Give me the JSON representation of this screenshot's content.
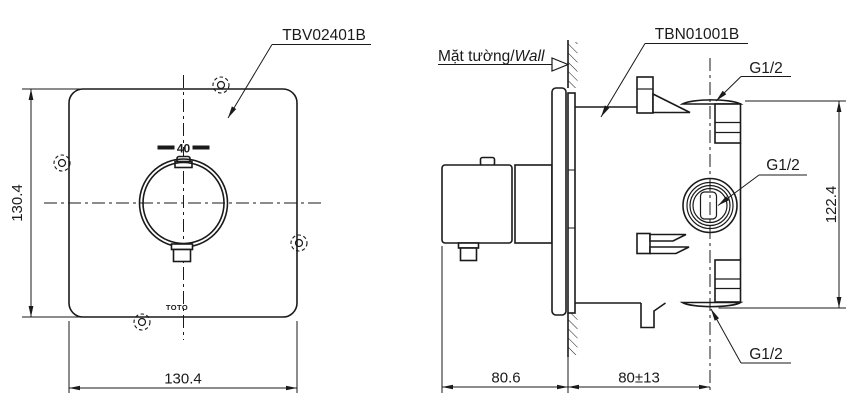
{
  "front_view": {
    "part_label": "TBV02401B",
    "temperature_marking": "40",
    "logo": "TOTO",
    "width_dim": "130.4",
    "height_dim": "130.4"
  },
  "side_view": {
    "part_label": "TBN01001B",
    "wall_label_vi": "Mặt tường/",
    "wall_label_en": "Wall",
    "thread_top": "G1/2",
    "thread_middle": "G1/2",
    "thread_bottom": "G1/2",
    "height_dim": "122.4",
    "handle_depth_dim": "80.6",
    "embed_depth_dim": "80±13"
  },
  "colors": {
    "line": "#1a1a1a",
    "background": "#ffffff"
  }
}
